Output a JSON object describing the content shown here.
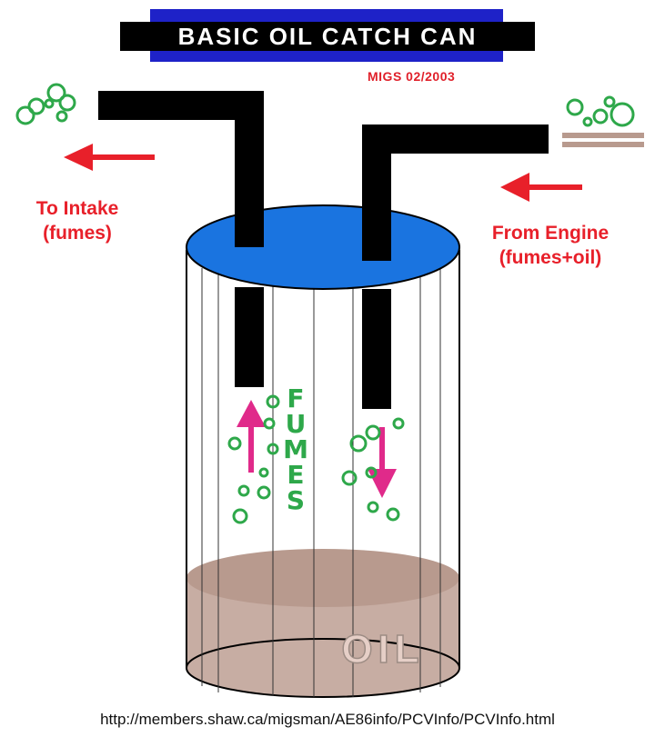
{
  "title": "BASIC OIL CATCH CAN",
  "credit": "MIGS 02/2003",
  "labels": {
    "to_intake_line1": "To Intake",
    "to_intake_line2": "(fumes)",
    "from_engine_line1": "From Engine",
    "from_engine_line2": "(fumes+oil)"
  },
  "fumes_letters": [
    "F",
    "U",
    "M",
    "E",
    "S"
  ],
  "oil_label": "OIL",
  "source_url": "http://members.shaw.ca/migsman/AE86info/PCVInfo/PCVInfo.html",
  "colors": {
    "banner_blue": "#1e22c8",
    "lid_blue": "#1a74e0",
    "pipe": "#000000",
    "arrow_red": "#e8202a",
    "flow_magenta": "#e02a8a",
    "bubble_green": "#2ea84a",
    "oil_brown": "#c7ada3",
    "hose_tan": "#b89a8e"
  },
  "icons": [
    "left-arrow-icon",
    "up-arrow-icon",
    "down-arrow-icon",
    "bubble-icon"
  ]
}
